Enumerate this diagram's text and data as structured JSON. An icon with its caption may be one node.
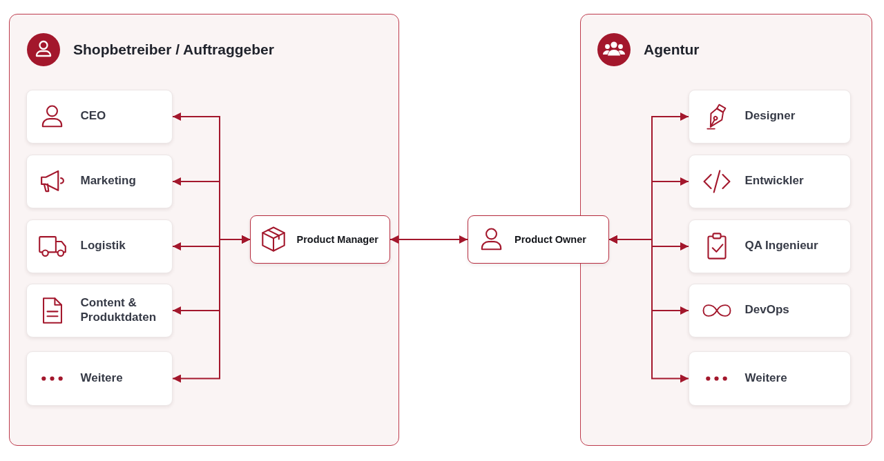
{
  "diagram": {
    "nodes": [
      {
        "text": [
          "Shopbetreiber / Auftraggeber"
        ]
      },
      {
        "text": [
          "CEO"
        ],
        "in": 0
      },
      {
        "text": [
          "Marketing"
        ],
        "in": 0
      },
      {
        "text": [
          "Logistik"
        ],
        "in": 0
      },
      {
        "text": [
          "Content & Produktdaten"
        ],
        "in": 0
      },
      {
        "text": [
          "Weitere"
        ],
        "in": 0
      },
      {
        "text": [
          "Product Manager"
        ],
        "in": 0
      },
      {
        "text": [
          "Product Owner"
        ]
      },
      {
        "text": [
          "Agentur"
        ]
      },
      {
        "text": [
          "Designer"
        ],
        "in": 8
      },
      {
        "text": [
          "Entwickler"
        ],
        "in": 8
      },
      {
        "text": [
          "QA Ingenieur"
        ],
        "in": 8
      },
      {
        "text": [
          "DevOps"
        ],
        "in": 8
      },
      {
        "text": [
          "Weitere"
        ],
        "in": 8
      }
    ],
    "edges": [
      {
        "from": 6,
        "to": 1,
        "arrow": "both"
      },
      {
        "from": 6,
        "to": 2,
        "arrow": "both"
      },
      {
        "from": 6,
        "to": 3,
        "arrow": "both"
      },
      {
        "from": 6,
        "to": 4,
        "arrow": "both"
      },
      {
        "from": 6,
        "to": 5,
        "arrow": "both"
      },
      {
        "from": 6,
        "to": 7,
        "arrow": "both"
      },
      {
        "from": 7,
        "to": 9,
        "arrow": "both"
      },
      {
        "from": 7,
        "to": 10,
        "arrow": "both"
      },
      {
        "from": 7,
        "to": 11,
        "arrow": "both"
      },
      {
        "from": 7,
        "to": 12,
        "arrow": "both"
      },
      {
        "from": 7,
        "to": 13,
        "arrow": "both"
      }
    ]
  }
}
